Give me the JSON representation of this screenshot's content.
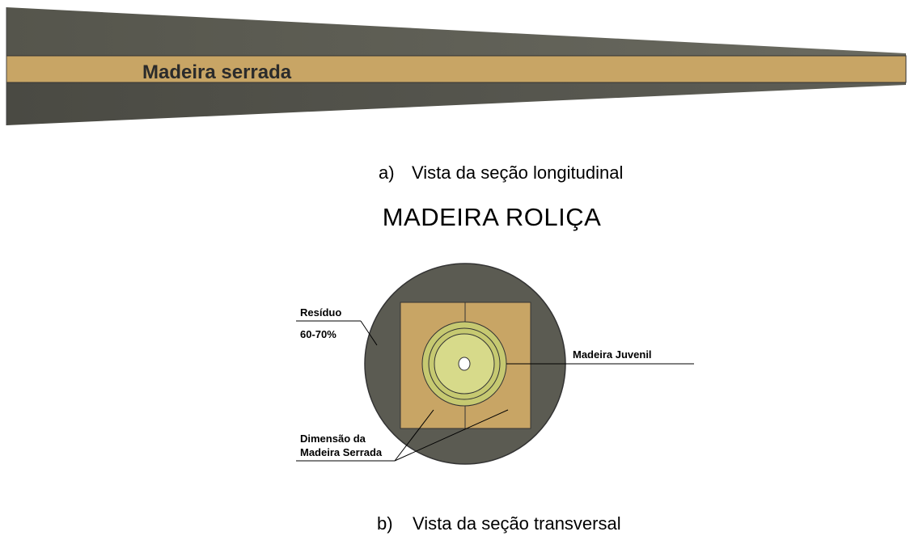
{
  "longitudinal": {
    "band_label": "Madeira serrada",
    "caption_letter": "a)",
    "caption_text": "Vista da seção longitudinal"
  },
  "transversal": {
    "title": "MADEIRA ROLIÇA",
    "residue_label_line1": "Resíduo",
    "residue_label_line2": "60-70%",
    "juvenile_label": "Madeira Juvenil",
    "sawn_label_line1": "Dimensão da",
    "sawn_label_line2": "Madeira Serrada",
    "caption_letter": "b)",
    "caption_text": "Vista da seção transversal"
  },
  "colors": {
    "log": "#5b5b52",
    "log_edge": "#333333",
    "sawn": "#c8a565",
    "juvenile_outer": "#c6c971",
    "juvenile_inner": "#d7da8a",
    "pith": "#ffffff",
    "line": "#000000"
  }
}
